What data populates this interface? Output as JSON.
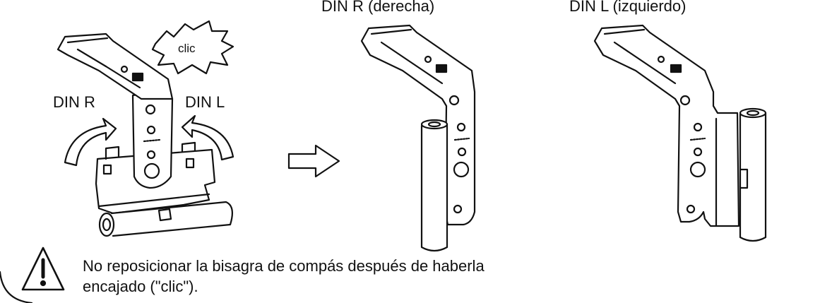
{
  "labels": {
    "din_r_derecha": "DIN R (derecha)",
    "din_l_izquierdo": "DIN L (izquierdo)",
    "din_r": "DIN R",
    "din_l": "DIN L",
    "clic": "clic"
  },
  "warning": {
    "line1": "No reposicionar la bisagra de compás después de haberla",
    "line2": "encajado (\"clic\").",
    "icon": "warning-triangle-icon"
  },
  "colors": {
    "line": "#111111",
    "background": "#ffffff"
  }
}
